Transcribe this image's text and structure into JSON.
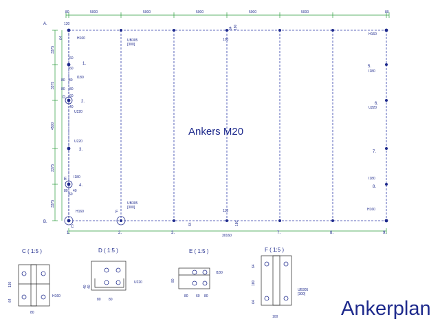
{
  "title": "Ankerplan",
  "center_label": "Ankers M20",
  "axes": {
    "rows": [
      "A.",
      "B."
    ],
    "columns": [
      "1.",
      "2.",
      "3.",
      "7.",
      "8.",
      "9."
    ],
    "side_left": [
      "1.",
      "2.",
      "3.",
      "4."
    ],
    "side_right": [
      "5.",
      "6.",
      "7.",
      "8."
    ]
  },
  "dims": {
    "top": [
      "80",
      "5000",
      "5000",
      "5000",
      "5000",
      "5000",
      "80"
    ],
    "bottom_total": "30160",
    "left": [
      "3375",
      "3375",
      "4500",
      "3375",
      "3375"
    ],
    "small": [
      "130",
      "64",
      "60",
      "60",
      "80",
      "80",
      "60",
      "40",
      "60",
      "40",
      "80",
      "100",
      "64",
      "180",
      "110",
      "64",
      "180",
      "80",
      "80"
    ]
  },
  "profiles": [
    "H160",
    "UB305",
    "[300]",
    "I180",
    "U220",
    "U220",
    "I180",
    "H160",
    "UB305",
    "[300]",
    "H160",
    "I180",
    "U220",
    "I180",
    "H160"
  ],
  "markers": [
    "C",
    "D",
    "E",
    "F"
  ],
  "details": [
    {
      "title": "C ( 1:5 )",
      "profile": "H160",
      "dims": [
        "130",
        "64",
        "80"
      ]
    },
    {
      "title": "D ( 1:5 )",
      "profile": "U220",
      "dims": [
        "40",
        "40",
        "80",
        "80"
      ]
    },
    {
      "title": "E ( 1:5 )",
      "profile": "I180",
      "dims": [
        "80",
        "80",
        "60",
        "80"
      ]
    },
    {
      "title": "F ( 1:5 )",
      "profile": "UB305",
      "profile2": "[300]",
      "dims": [
        "64",
        "180",
        "64",
        "100"
      ]
    }
  ]
}
